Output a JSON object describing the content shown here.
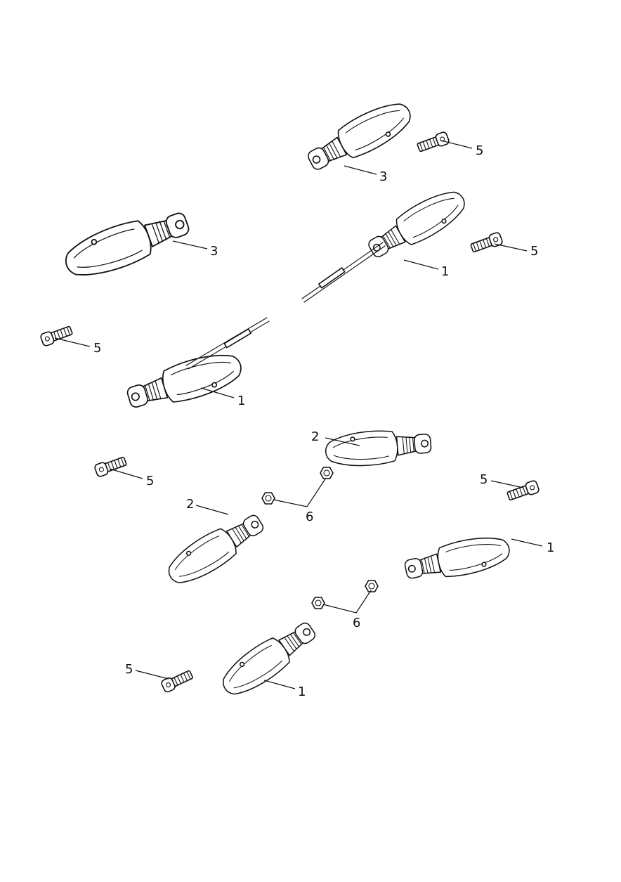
{
  "diagram": {
    "callouts": [
      {
        "id": "c3a",
        "text": "3"
      },
      {
        "id": "c5a",
        "text": "5"
      },
      {
        "id": "c3b",
        "text": "3"
      },
      {
        "id": "c1a",
        "text": "1"
      },
      {
        "id": "c5b",
        "text": "5"
      },
      {
        "id": "c5c",
        "text": "5"
      },
      {
        "id": "c1b",
        "text": "1"
      },
      {
        "id": "c2a",
        "text": "2"
      },
      {
        "id": "c5d",
        "text": "5"
      },
      {
        "id": "c5e",
        "text": "5"
      },
      {
        "id": "c2b",
        "text": "2"
      },
      {
        "id": "c6a",
        "text": "6"
      },
      {
        "id": "c1c",
        "text": "1"
      },
      {
        "id": "c6b",
        "text": "6"
      },
      {
        "id": "c5f",
        "text": "5"
      },
      {
        "id": "c1d",
        "text": "1"
      }
    ]
  }
}
